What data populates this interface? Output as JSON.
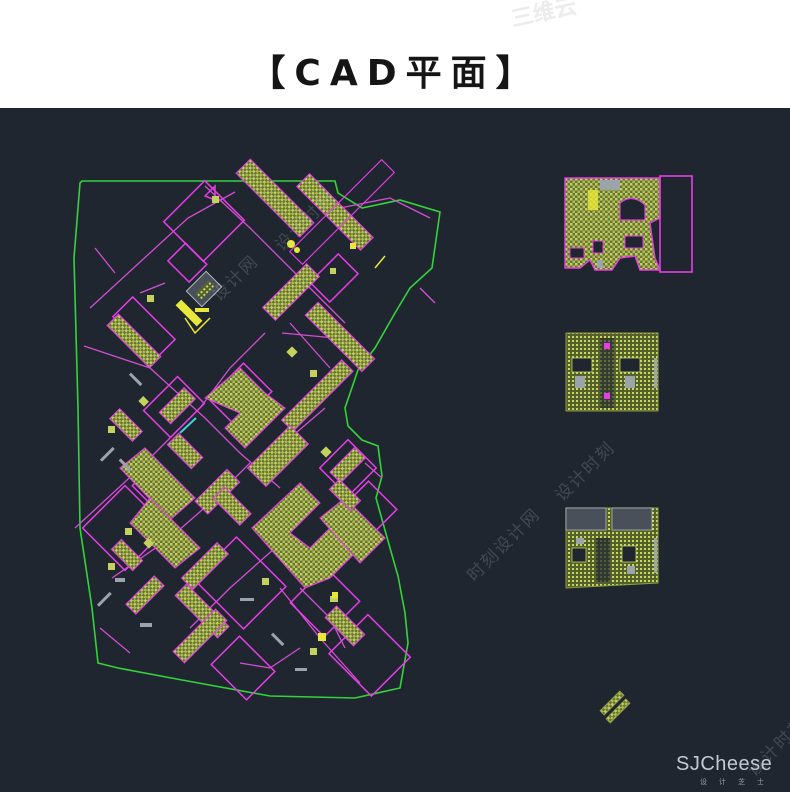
{
  "header": {
    "title": "【CAD平面】",
    "watermark": "三维云"
  },
  "canvas_watermarks": [
    "设计网",
    "设计时刻",
    "时刻设计网",
    "设计时刻",
    "设计时刻"
  ],
  "brand": {
    "name": "SJCheese",
    "sub": "设计芝士"
  },
  "colors": {
    "background": "#1f2630",
    "site_boundary": "#34d33a",
    "building_outline": "#e63ee6",
    "hatch": "#c3d25c",
    "accent": "#e8e83a",
    "road_lines": "#d14fd1"
  }
}
